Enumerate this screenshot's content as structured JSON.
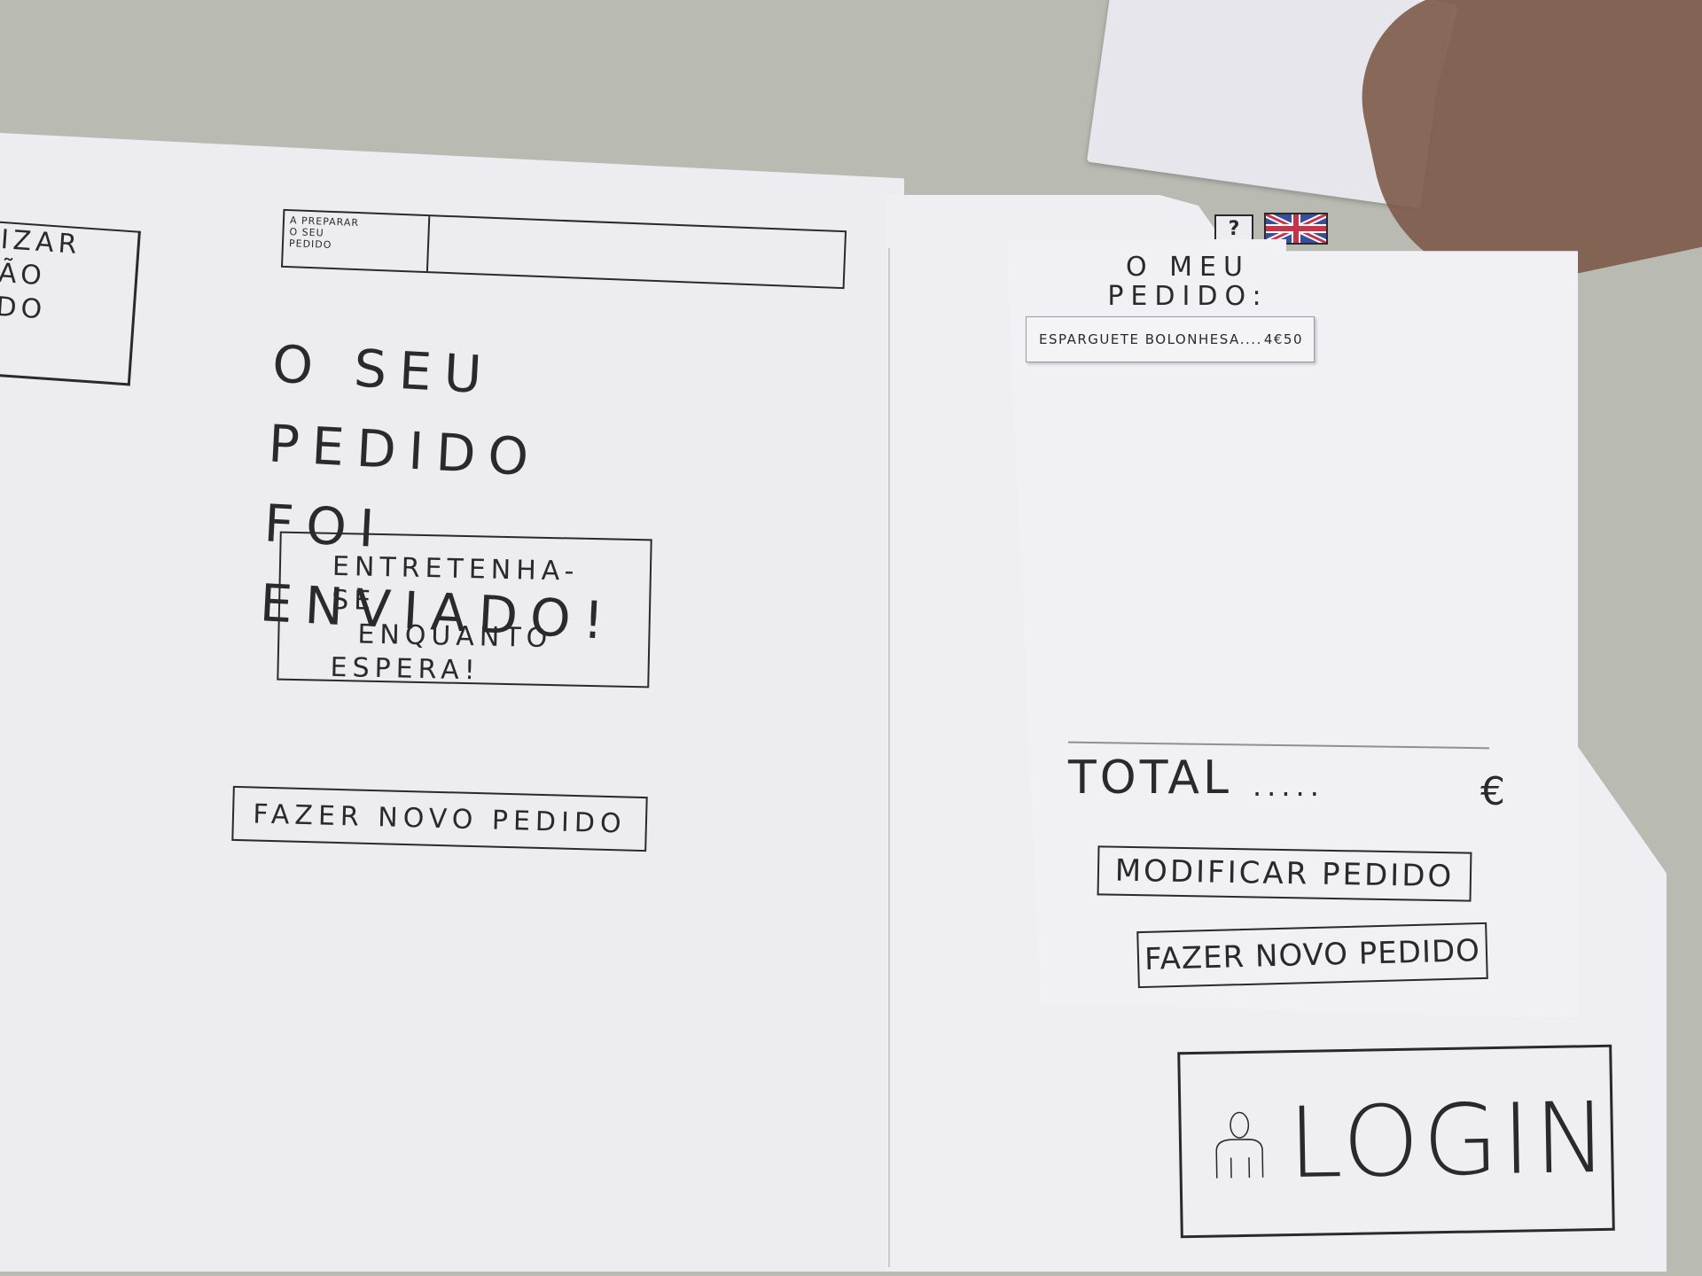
{
  "left_panel": {
    "cutoff_lines": [
      "IZAR",
      "ÃO",
      "DO"
    ]
  },
  "status": {
    "label_lines": [
      "A PREPARAR",
      "O SEU",
      "PEDIDO"
    ],
    "progress": 0
  },
  "headline": {
    "line1": "O SEU PEDIDO",
    "line2": "FOI  ENVIADO!"
  },
  "entertain_button": {
    "line1": "ENTRETENHA-SE",
    "line2": "ENQUANTO",
    "line3": "ESPERA!"
  },
  "left_new_order_label": "FAZER NOVO PEDIDO",
  "top_icons": {
    "help": "?",
    "language_flag": "uk-flag-icon"
  },
  "sidebar": {
    "title_line1": "O MEU",
    "title_line2": "PEDIDO:",
    "items": [
      {
        "name": "ESPARGUETE BOLONHESA",
        "dots": "....",
        "price": "4€50"
      }
    ],
    "total_label": "TOTAL",
    "total_dots": ".....",
    "total_currency": "€",
    "modify_label": "MODIFICAR PEDIDO",
    "new_order_label": "FAZER NOVO PEDIDO"
  },
  "login": {
    "label": "LOGIN",
    "icon": "user-icon"
  }
}
